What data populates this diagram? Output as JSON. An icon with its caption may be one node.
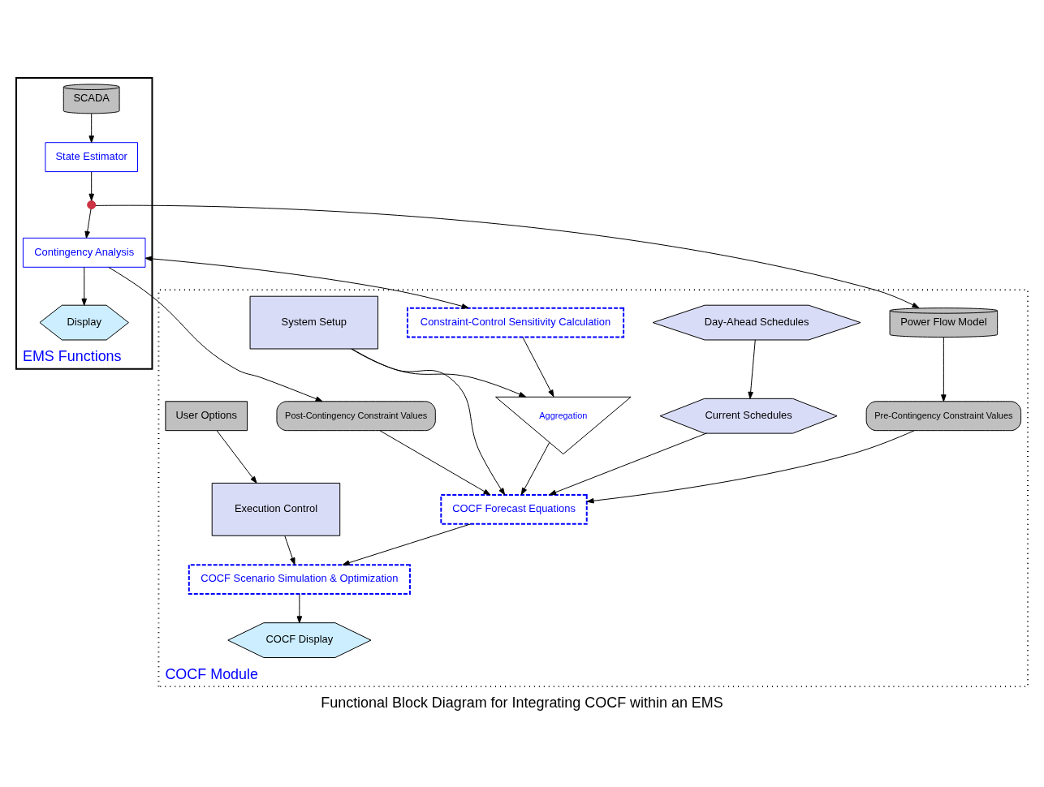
{
  "diagram": {
    "caption": "Functional Block Diagram for Integrating COCF within an EMS",
    "nodes": [
      {
        "text": [
          "EMS Functions"
        ]
      },
      {
        "text": [
          "SCADA"
        ],
        "in": 0
      },
      {
        "text": [
          "State Estimator"
        ],
        "in": 0
      },
      {
        "text": [],
        "shape": "circle",
        "in": 0
      },
      {
        "text": [
          "Contingency Analysis"
        ],
        "in": 0
      },
      {
        "text": [
          "Display"
        ],
        "in": 0
      },
      {
        "text": [
          "COCF Module"
        ]
      },
      {
        "text": [
          "Power Flow Model"
        ],
        "in": 6
      },
      {
        "text": [
          "Constraint-Control Sensitivity Calculation"
        ],
        "in": 6
      },
      {
        "text": [
          "Post-Contingency Constraint Values"
        ],
        "in": 6
      },
      {
        "text": [
          "Day-Ahead Schedules"
        ],
        "in": 6
      },
      {
        "text": [
          "Current Schedules"
        ],
        "in": 6
      },
      {
        "text": [
          "Pre-Contingency Constraint Values"
        ],
        "in": 6
      },
      {
        "text": [
          "Aggregation"
        ],
        "in": 6
      },
      {
        "text": [
          "System Setup"
        ],
        "in": 6
      },
      {
        "text": [
          "COCF Forecast Equations"
        ],
        "in": 6
      },
      {
        "text": [
          "User Options"
        ],
        "in": 6
      },
      {
        "text": [
          "Execution Control"
        ],
        "in": 6
      },
      {
        "text": [
          "COCF Scenario Simulation & Optimization"
        ],
        "in": 6
      },
      {
        "text": [
          "COCF Display"
        ],
        "in": 6
      }
    ],
    "edges": [
      {
        "from": 1,
        "to": 2,
        "arrow": "to"
      },
      {
        "from": 2,
        "to": 3,
        "arrow": "to"
      },
      {
        "from": 3,
        "to": 4,
        "arrow": "to"
      },
      {
        "from": 3,
        "to": 7,
        "arrow": "to"
      },
      {
        "from": 4,
        "to": 5,
        "arrow": "to"
      },
      {
        "from": 4,
        "to": 9,
        "arrow": "to"
      },
      {
        "from": 4,
        "to": 8,
        "arrow": "both"
      },
      {
        "from": 8,
        "to": 13,
        "arrow": "to"
      },
      {
        "from": 7,
        "to": 12,
        "arrow": "to"
      },
      {
        "from": 10,
        "to": 11,
        "arrow": "to"
      },
      {
        "from": 13,
        "to": 15,
        "arrow": "to"
      },
      {
        "from": 14,
        "to": 13,
        "arrow": "to"
      },
      {
        "from": 11,
        "to": 15,
        "arrow": "to"
      },
      {
        "from": 14,
        "to": 15,
        "arrow": "to"
      },
      {
        "from": 12,
        "to": 15,
        "arrow": "to"
      },
      {
        "from": 9,
        "to": 15,
        "arrow": "to"
      },
      {
        "from": 15,
        "to": 18,
        "arrow": "to"
      },
      {
        "from": 16,
        "to": 17,
        "arrow": "to"
      },
      {
        "from": 17,
        "to": 18,
        "arrow": "to"
      },
      {
        "from": 18,
        "to": 19,
        "arrow": "to"
      }
    ]
  }
}
